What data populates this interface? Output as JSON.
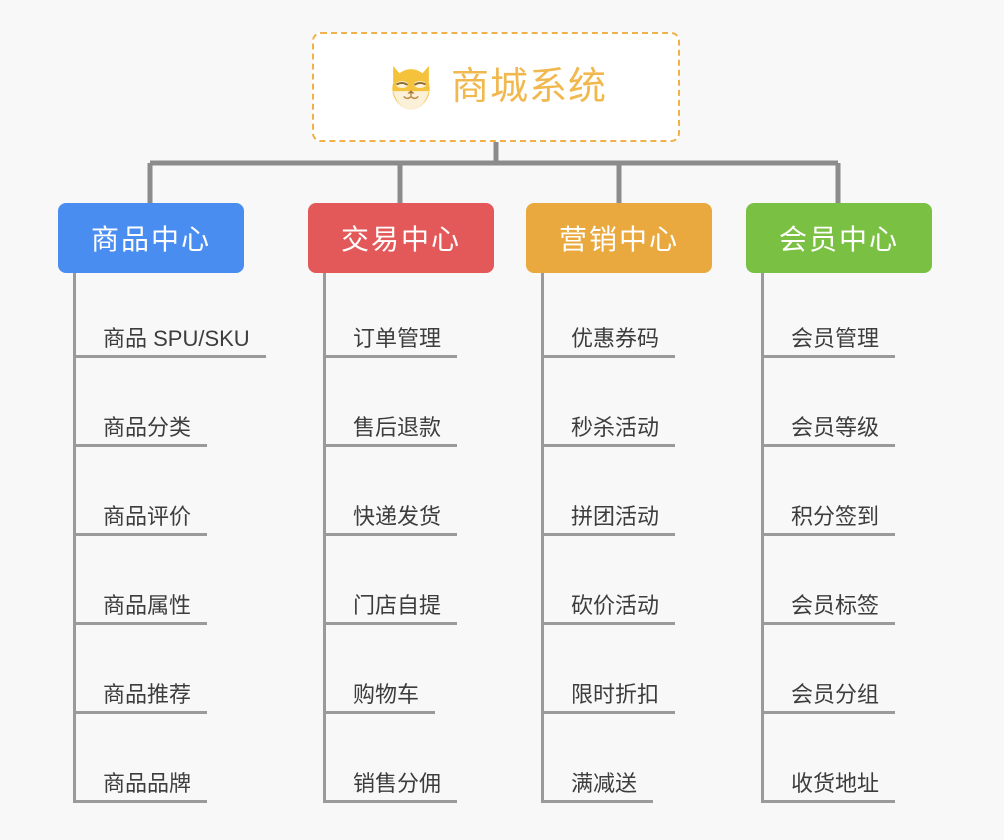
{
  "page": {
    "background_color": "#f8f8f8",
    "diagram_type": "org-chart"
  },
  "root": {
    "title": "商城系统",
    "icon": "shiba-dog-face-icon",
    "text_color": "#f0b84e",
    "border_color": "#f0b04a",
    "background_color": "#ffffff"
  },
  "connector": {
    "color": "#8c8c8c"
  },
  "branches": [
    {
      "id": "product-center",
      "label": "商品中心",
      "color": "#4a8df0",
      "items": [
        "商品 SPU/SKU",
        "商品分类",
        "商品评价",
        "商品属性",
        "商品推荐",
        "商品品牌"
      ]
    },
    {
      "id": "trade-center",
      "label": "交易中心",
      "color": "#e3595a",
      "items": [
        "订单管理",
        "售后退款",
        "快递发货",
        "门店自提",
        "购物车",
        "销售分佣"
      ]
    },
    {
      "id": "marketing-center",
      "label": "营销中心",
      "color": "#eaa93f",
      "items": [
        "优惠券码",
        "秒杀活动",
        "拼团活动",
        "砍价活动",
        "限时折扣",
        "满减送"
      ]
    },
    {
      "id": "member-center",
      "label": "会员中心",
      "color": "#7ac143",
      "items": [
        "会员管理",
        "会员等级",
        "积分签到",
        "会员标签",
        "会员分组",
        "收货地址"
      ]
    }
  ]
}
